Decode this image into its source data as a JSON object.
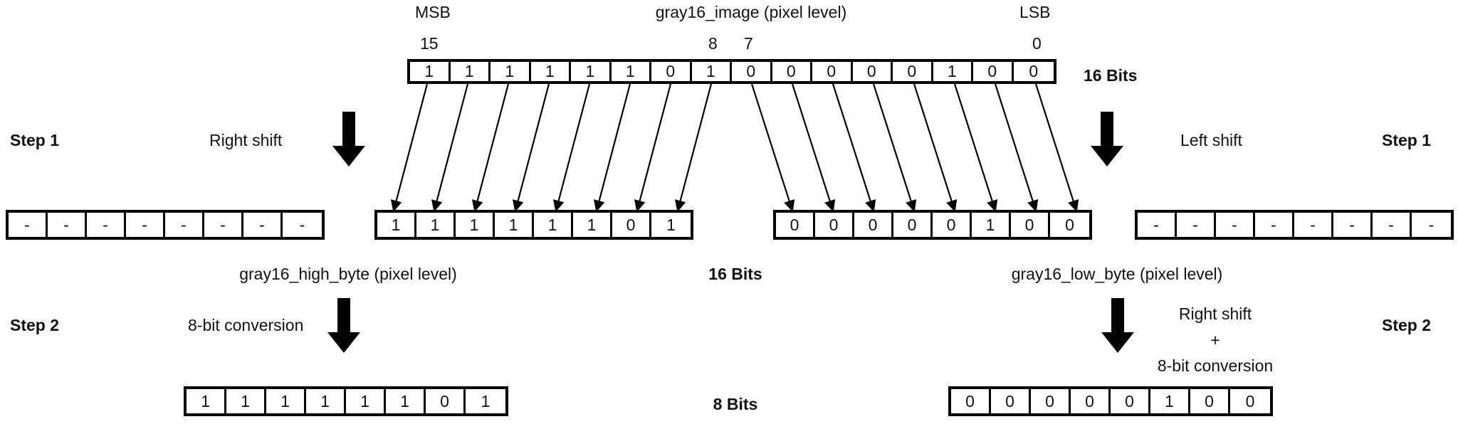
{
  "diagram": {
    "title_top": "gray16_image (pixel level)",
    "msb_label": "MSB",
    "lsb_label": "LSB",
    "index_15": "15",
    "index_8": "8",
    "index_7": "7",
    "index_0": "0",
    "bits16_label_right": "16 Bits",
    "bits16_label_mid": "16 Bits",
    "bits8_label": "8 Bits",
    "high_byte_label": "gray16_high_byte (pixel level)",
    "low_byte_label": "gray16_low_byte (pixel level)",
    "step1_left": "Step 1",
    "step1_right": "Step 1",
    "step2_left": "Step 2",
    "step2_right": "Step 2",
    "right_shift_label": "Right shift",
    "left_shift_label": "Left shift",
    "conv8_left_label": "8-bit conversion",
    "right_shift_label_2": "Right shift",
    "plus_sign": "+",
    "conv8_right_label": "8-bit conversion"
  },
  "chart_data": {
    "type": "diagram",
    "title": "16-bit grayscale image split into high and low bytes",
    "rows": [
      {
        "name": "gray16_image",
        "bit_width": 16,
        "bits": [
          "1",
          "1",
          "1",
          "1",
          "1",
          "1",
          "0",
          "1",
          "0",
          "0",
          "0",
          "0",
          "0",
          "1",
          "0",
          "0"
        ],
        "value_binary": "1111110100000100"
      },
      {
        "name": "left_placeholder_8bit",
        "bit_width": 8,
        "bits": [
          "-",
          "-",
          "-",
          "-",
          "-",
          "-",
          "-",
          "-"
        ]
      },
      {
        "name": "gray16_high_byte",
        "bit_width": 8,
        "bits": [
          "1",
          "1",
          "1",
          "1",
          "1",
          "1",
          "0",
          "1"
        ],
        "value_binary": "11111101"
      },
      {
        "name": "gray16_low_byte",
        "bit_width": 8,
        "bits": [
          "0",
          "0",
          "0",
          "0",
          "0",
          "1",
          "0",
          "0"
        ],
        "value_binary": "00000100"
      },
      {
        "name": "right_placeholder_8bit",
        "bit_width": 8,
        "bits": [
          "-",
          "-",
          "-",
          "-",
          "-",
          "-",
          "-",
          "-"
        ]
      },
      {
        "name": "high_byte_converted",
        "bit_width": 8,
        "bits": [
          "1",
          "1",
          "1",
          "1",
          "1",
          "1",
          "0",
          "1"
        ],
        "value_binary": "11111101"
      },
      {
        "name": "low_byte_converted",
        "bit_width": 8,
        "bits": [
          "0",
          "0",
          "0",
          "0",
          "0",
          "1",
          "0",
          "0"
        ],
        "value_binary": "00000100"
      }
    ],
    "steps": [
      {
        "step": "Step 1",
        "left_op": "Right shift",
        "right_op": "Left shift"
      },
      {
        "step": "Step 2",
        "left_op": "8-bit conversion",
        "right_op": "Right shift + 8-bit conversion"
      }
    ],
    "colors": {
      "stroke": "#000000",
      "background": "#ffffff",
      "text": "#111111"
    }
  }
}
